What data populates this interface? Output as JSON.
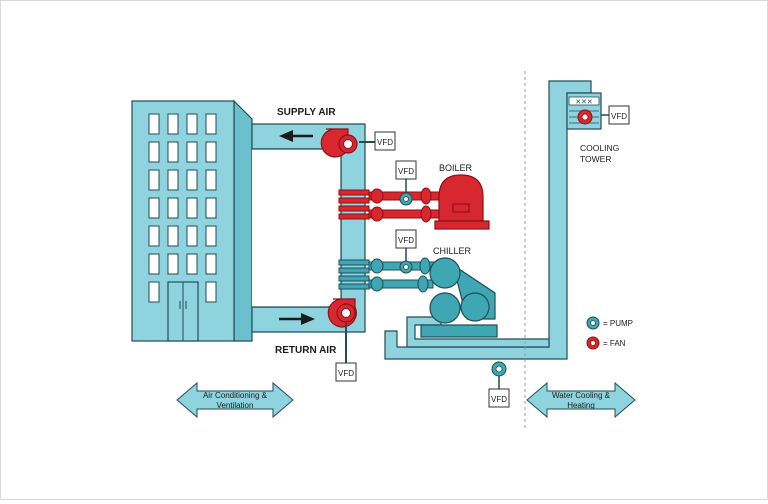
{
  "labels": {
    "supply_air": "SUPPLY AIR",
    "return_air": "RETURN AIR",
    "boiler": "BOILER",
    "chiller": "CHILLER",
    "cooling_tower_1": "COOLING",
    "cooling_tower_2": "TOWER",
    "vfd": "VFD",
    "legend_pump": "= PUMP",
    "legend_fan": "= FAN",
    "left_arrow_1": "Air Conditioning &",
    "left_arrow_2": "Ventilation",
    "right_arrow_1": "Water Cooling &",
    "right_arrow_2": "Heating"
  },
  "colors": {
    "light_blue": "#8fd3df",
    "teal": "#3fa6b4",
    "outline": "#1f4e57",
    "red": "#d8272f",
    "dark_red": "#8a1015"
  }
}
